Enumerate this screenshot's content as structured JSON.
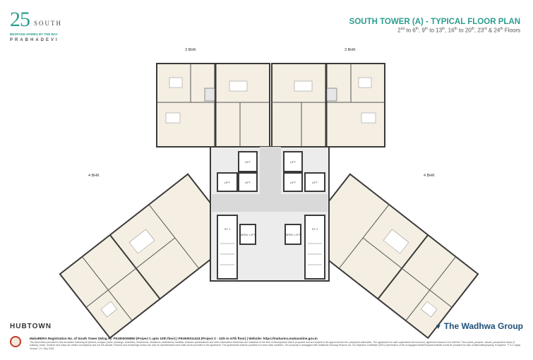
{
  "brand": {
    "number": "25",
    "name": "SOUTH",
    "tagline": "BESPOKE HOMES BY THE BAY",
    "location": "PRABHADEVI"
  },
  "header": {
    "title": "SOUTH TOWER (A) - TYPICAL FLOOR PLAN",
    "floors": "2nd to 6th, 9th to 13th, 16th to 20th, 23rd & 24th Floors"
  },
  "plan": {
    "unit_top_left": "3 BHK",
    "unit_top_right": "3 BHK",
    "unit_left": "4 BHK",
    "unit_right": "4 BHK",
    "lift": "LIFT",
    "stair_1": "ST 1",
    "stair_2": "ST 2",
    "service_lift": "SERV. LIFT",
    "colors": {
      "wall": "#3a3a3a",
      "floor": "#f4efe2",
      "core": "#d9d9d9"
    }
  },
  "footer": {
    "developer_left": "HUBTOWN",
    "developer_right": "The Wadhwa Group",
    "registration": "MahaRERA Registration No. of South Tower (Wing A): P51900006850 (Project 1 upto 10th floor) | P51900011418 (Project 2 - 11th to 47th floor) | Website: https://maharera.mahaonline.gov.in",
    "disclaimer": "The information provided in this document including all pictures, images, plans, drawings, amenities, dimensions, elevations, illustrations, facilities, features specifications and other information mentioned are indicative of the kind of development that is proposed and are subject to the approval from the competent authorities. The agreement for sale supersedes the brochure, agreement clause to be referred. Floor plans, pictures, visuals, perspective views of building, mode, furniture and maps are artist's conceptions and not the actuals. Fixtures and furnishings shown are only for representation and shall not be provided in the apartment. The apartments shall be provided in a bare shell condition. The property is mortgaged with Indiabulls Housing Finance Ltd. No Objection Certificate (NOC)/ permission of the mortgagee Bank/Financial institute would be provided for sale of flats/units/property, if required. *T & C Apply. Version 1.0 / Sep 2018."
  }
}
